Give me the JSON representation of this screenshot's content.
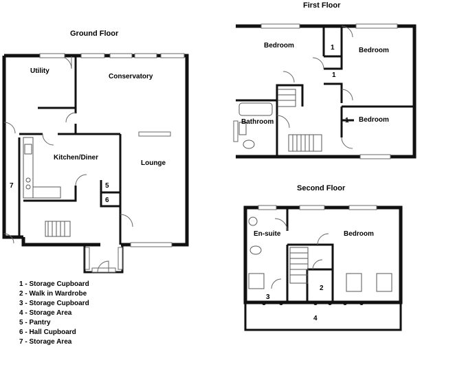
{
  "floors": {
    "ground": {
      "title": "Ground Floor",
      "rooms": {
        "utility": "Utility",
        "conservatory": "Conservatory",
        "kitchen": "Kitchen/Diner",
        "lounge": "Lounge"
      },
      "markers": [
        "5",
        "6",
        "7"
      ]
    },
    "first": {
      "title": "First Floor",
      "rooms": {
        "bedroom_left": "Bedroom",
        "bedroom_right": "Bedroom",
        "bathroom": "Bathroom",
        "bedroom_small": "Bedroom"
      },
      "markers": [
        "1",
        "1",
        "1"
      ]
    },
    "second": {
      "title": "Second Floor",
      "rooms": {
        "ensuite": "En-suite",
        "bedroom": "Bedroom"
      },
      "markers": [
        "3",
        "2",
        "4"
      ]
    }
  },
  "legend": [
    "1 - Storage Cupboard",
    "2 - Walk in Wardrobe",
    "3 - Storage Cupboard",
    "4 - Storage Area",
    "5 - Pantry",
    "6 - Hall Cupboard",
    "7 - Storage Area"
  ]
}
